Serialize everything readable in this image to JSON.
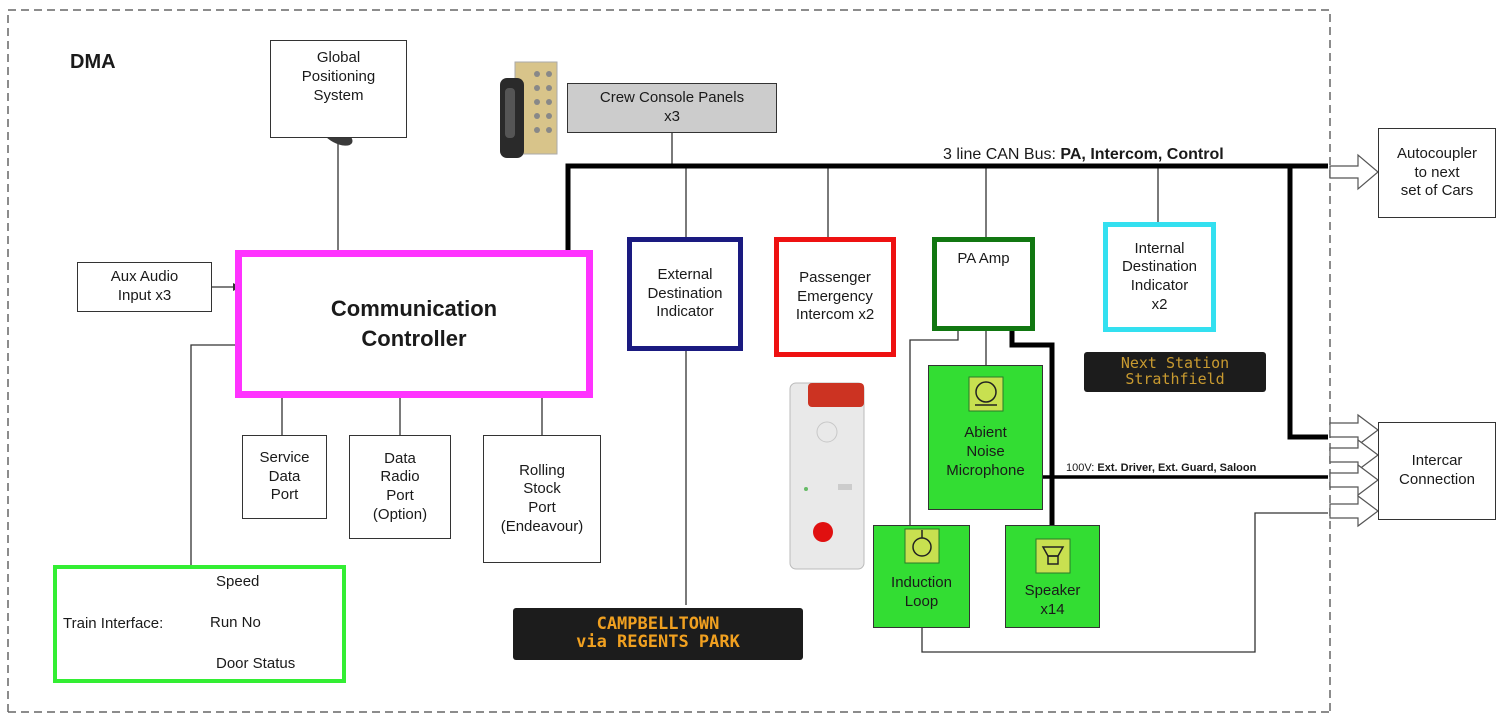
{
  "title": "DMA",
  "bus_label": {
    "prefix": "3 line CAN Bus: ",
    "bold": "PA, Intercom, Control"
  },
  "voltage_label": {
    "prefix": "100V: ",
    "bold": "Ext. Driver, Ext. Guard, Saloon"
  },
  "boxes": {
    "gps": "Global\nPositioning\nSystem",
    "crew": "Crew Console Panels\nx3",
    "aux": "Aux Audio\nInput x3",
    "controller": "Communication\nController",
    "service": "Service\nData\nPort",
    "radio": "Data\nRadio\nPort\n(Option)",
    "rolling": "Rolling\nStock\nPort\n(Endeavour)",
    "ext_dest": "External\nDestination\nIndicator",
    "intercom": "Passenger\nEmergency\nIntercom x2",
    "pa_amp": "PA Amp",
    "int_dest": "Internal\nDestination\nIndicator\nx2",
    "noise_mic": "Abient\nNoise\nMicrophone",
    "induction": "Induction\nLoop",
    "speaker": "Speaker\nx14",
    "autocoupler": "Autocoupler\nto next\nset of Cars",
    "intercar": "Intercar\nConnection"
  },
  "train_interface": {
    "label": "Train Interface:",
    "items": [
      "Speed",
      "Run No",
      "Door Status"
    ]
  },
  "displays": {
    "external": "CAMPBELLTOWN\nvia  REGENTS PARK",
    "internal": "Next Station\nStrathfield"
  },
  "colors": {
    "controller": "#ff33ff",
    "ext_dest": "#1a1a80",
    "intercom": "#ee1111",
    "pa_amp": "#117711",
    "int_dest": "#33e0f0",
    "green_fill": "#33dd33",
    "train_interface": "#33ee33",
    "crew_fill": "#cccccc",
    "led_text_external": "#f0a020",
    "led_text_internal": "#c89a30"
  },
  "icons": [
    "gps-mouse-icon",
    "handset-panel-icon",
    "intercom-panel-icon",
    "microphone-icon",
    "induction-loop-icon",
    "speaker-icon"
  ]
}
